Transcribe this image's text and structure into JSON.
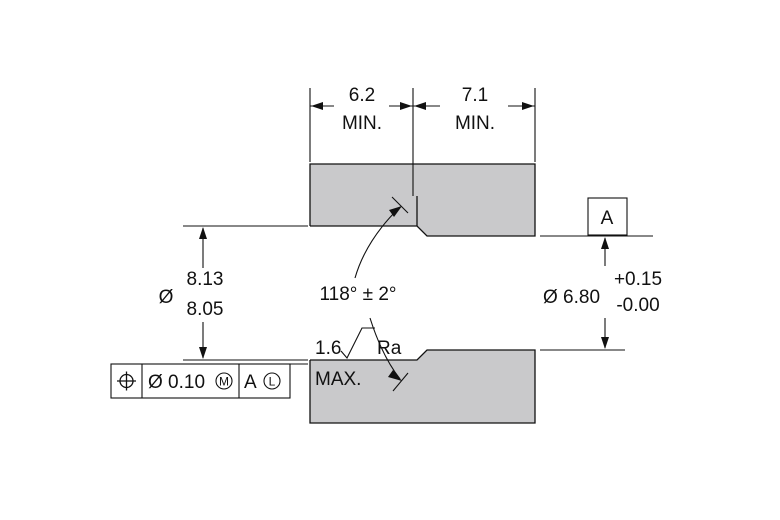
{
  "colors": {
    "part_fill": "#c9c9cb",
    "ink": "#111111",
    "frame_fill": "#ffffff"
  },
  "dimensions": {
    "counterbore_left": {
      "value": "6.2",
      "note": "MIN."
    },
    "counterbore_right": {
      "value": "7.1",
      "note": "MIN."
    },
    "outer_diameter": {
      "symbol": "Ø",
      "upper": "8.13",
      "lower": "8.05"
    },
    "bore_diameter": {
      "label": "Ø 6.80",
      "tol_plus": "+0.15",
      "tol_minus": "-0.00"
    },
    "chamfer_angle": "118° ± 2°"
  },
  "surface_finish": {
    "value": "1.6",
    "parameter": "Ra",
    "note": "MAX."
  },
  "datum": {
    "letter": "A"
  },
  "feature_control_frame": {
    "symbol_icon": "position-icon",
    "tolerance": "Ø 0.10",
    "tolerance_modifier": "M",
    "datum_ref": "A",
    "datum_modifier": "L"
  }
}
